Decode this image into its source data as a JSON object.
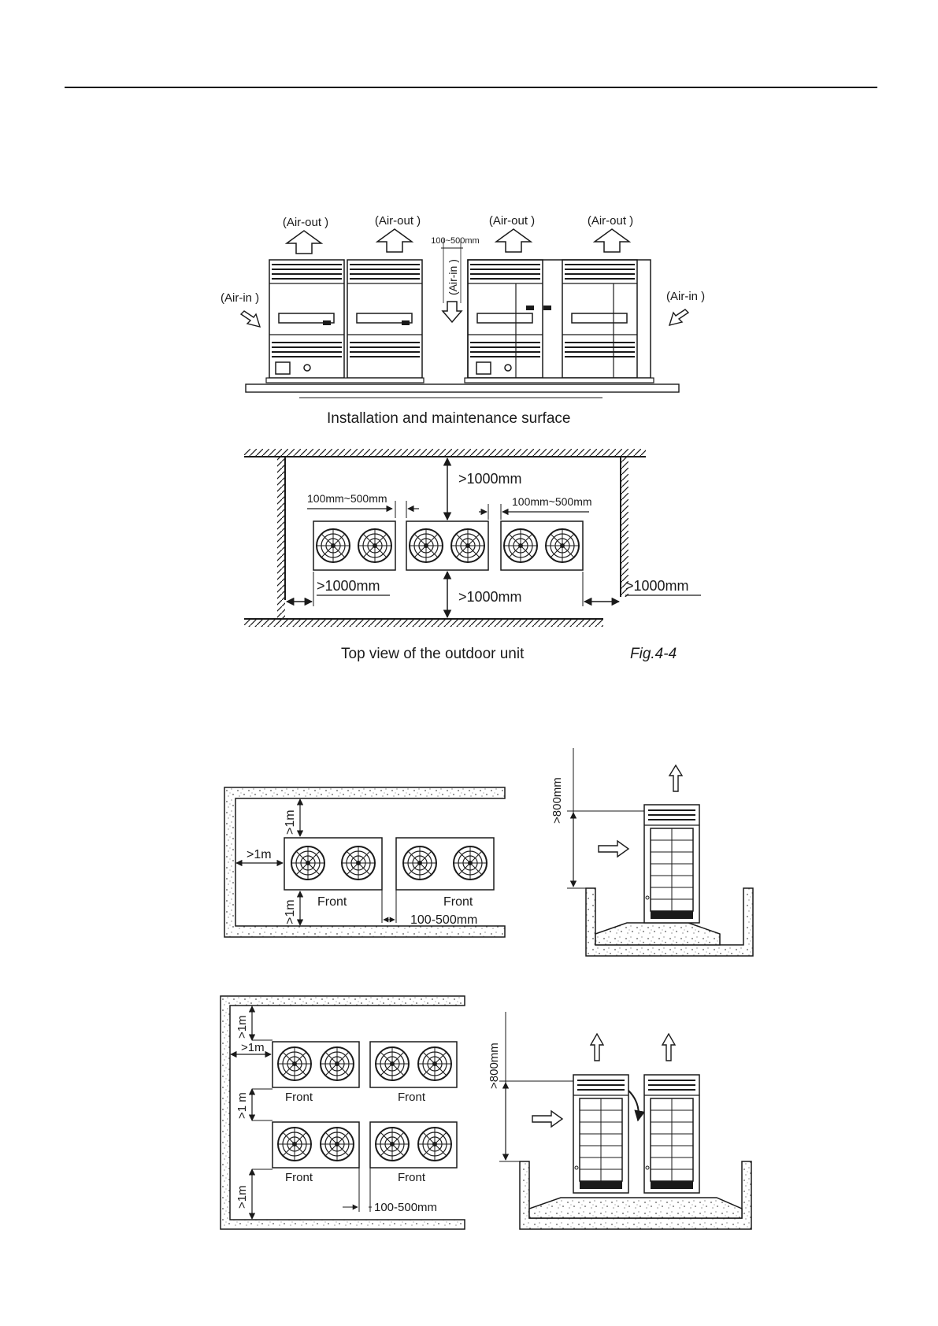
{
  "fig1": {
    "air_out": [
      "(Air-out )",
      "(Air-out )",
      "(Air-out )",
      "(Air-out )"
    ],
    "air_in_left": "(Air-in )",
    "air_in_right": "(Air-in )",
    "air_in_gap": "(Air-in )",
    "gap_dim": "100~500mm",
    "caption": "Installation and maintenance surface"
  },
  "fig2": {
    "top_clearance": ">1000mm",
    "gap_left": "100mm~500mm",
    "gap_right": "100mm~500mm",
    "left_clearance": ">1000mm",
    "bottom_clearance": ">1000mm",
    "right_clearance": ">1000mm",
    "caption": "Top view of the outdoor unit",
    "fig_label": "Fig.4-4"
  },
  "fig3": {
    "top": ">1m",
    "left": ">1m",
    "bottom": ">1m",
    "front_1": "Front",
    "front_2": "Front",
    "gap": "100-500mm"
  },
  "fig4": {
    "height": ">800mm"
  },
  "fig5": {
    "top": ">1m",
    "left": ">1m",
    "middle": ">1 m",
    "bottom": ">1m",
    "front_1": "Front",
    "front_2": "Front",
    "front_3": "Front",
    "front_4": "Front",
    "gap": "100-500mm"
  },
  "fig6": {
    "height": ">800mm"
  }
}
